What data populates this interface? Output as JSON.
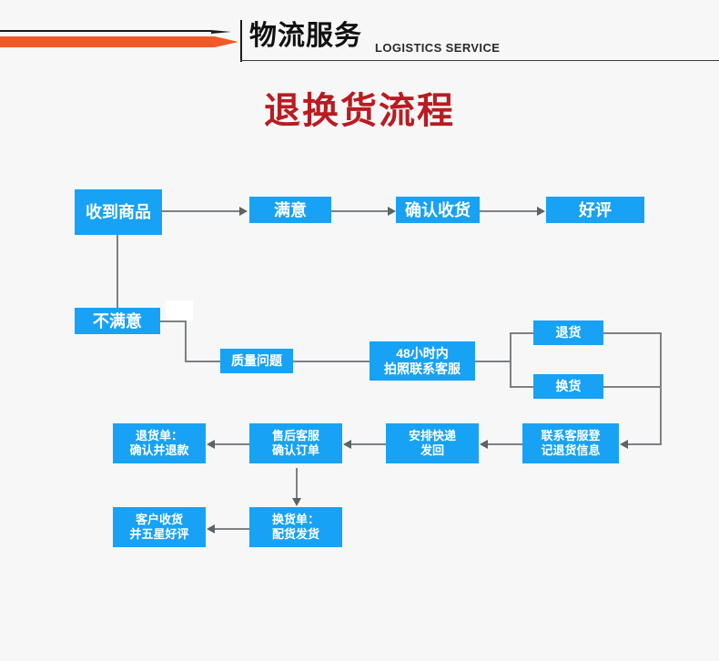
{
  "header": {
    "title_cn": "物流服务",
    "title_en": "LOGISTICS SERVICE",
    "accent_orange": "#f05a28",
    "rule_black": "#1a1a1a"
  },
  "page": {
    "title": "退换货流程",
    "title_color": "#b81c22",
    "background": "#f7f7f7"
  },
  "flow": {
    "node_fill": "#17a2f5",
    "node_text_color": "#ffffff",
    "connector_color": "#7d8184",
    "nodes": [
      {
        "id": "receive-product",
        "label": "收到商品"
      },
      {
        "id": "satisfied",
        "label": "满意"
      },
      {
        "id": "confirm-receipt",
        "label": "确认收货"
      },
      {
        "id": "positive-review",
        "label": "好评"
      },
      {
        "id": "not-satisfied",
        "label": "不满意"
      },
      {
        "id": "quality-issue",
        "label": "质量问题"
      },
      {
        "id": "contact-48h",
        "label": "48小时内\n拍照联系客服"
      },
      {
        "id": "return-goods",
        "label": "退货"
      },
      {
        "id": "exchange-goods",
        "label": "换货"
      },
      {
        "id": "register-return-info",
        "label": "联系客服登\n记退货信息"
      },
      {
        "id": "arrange-courier",
        "label": "安排快递\n发回"
      },
      {
        "id": "aftersales-confirm",
        "label": "售后客服\n确认订单"
      },
      {
        "id": "return-order-refund",
        "label": "退货单：\n确认并退款"
      },
      {
        "id": "exchange-order-ship",
        "label": "换货单：\n配货发货"
      },
      {
        "id": "customer-five-star",
        "label": "客户收货\n并五星好评"
      }
    ]
  }
}
